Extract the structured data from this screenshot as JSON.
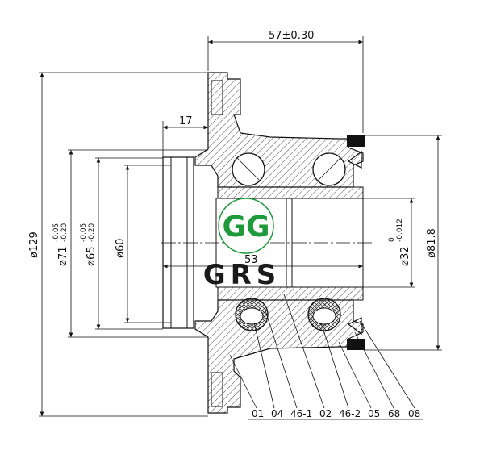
{
  "dimensions": {
    "width_57": "57±0.30",
    "offset_17": "17",
    "center_53": "53",
    "dia_129": "ø129",
    "dia_71": "ø71",
    "dia_71_tol": "-0.05",
    "dia_71_tol2": "-0.20",
    "dia_65": "ø65",
    "dia_65_tol": "-0.05",
    "dia_65_tol2": "-0.20",
    "dia_60": "ø60",
    "dia_32": "ø32",
    "dia_32_tol": "0",
    "dia_32_tol2": "-0.012",
    "dia_81_8": "ø81.8"
  },
  "part_labels": [
    "01",
    "04",
    "46-1",
    "02",
    "46-2",
    "05",
    "68",
    "08"
  ],
  "logo": {
    "monogram": "GG",
    "brand": "GRS",
    "brand_color": "#1a1a1a",
    "monogram_color": "#1f9a3a"
  }
}
